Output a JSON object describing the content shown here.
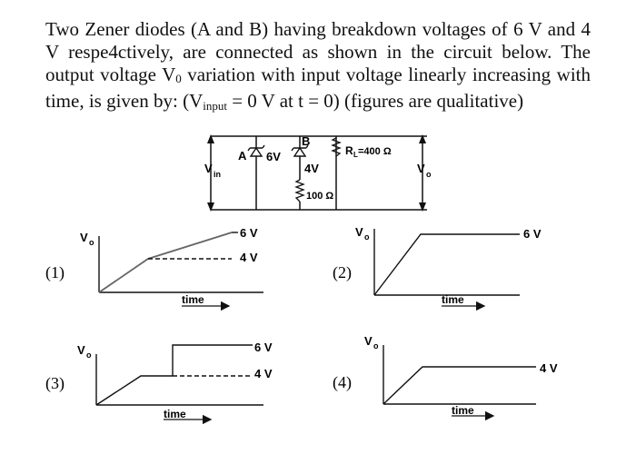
{
  "question": {
    "p1": "Two Zener diodes (A and B) having breakdown voltages of 6 V and 4 V respe4ctively, are connected as shown in the circuit below. The output voltage V",
    "p1_sub": "0",
    "p2": " variation with input voltage linearly increasing with time, is given by: (V",
    "p2_sub": "input",
    "p3": " = 0 V at t = 0) (figures are qualitative)"
  },
  "circuit": {
    "vin_main": "V",
    "vin_sub": "in",
    "diode_a_label": "A",
    "diode_a_voltage": "6V",
    "diode_b_label": "B",
    "diode_b_voltage": "4V",
    "resistor_series": "100 Ω",
    "load_label_r": "R",
    "load_label_sub": "L",
    "load_value": "=400 Ω",
    "vo_main": "V",
    "vo_sub": "o"
  },
  "options": [
    {
      "label": "(1)",
      "y_axis_main": "V",
      "y_axis_sub": "o",
      "time_label": "time",
      "level_high": "6 V",
      "level_low": "4 V"
    },
    {
      "label": "(2)",
      "y_axis_main": "V",
      "y_axis_sub": "o",
      "time_label": "time",
      "level_high": "6 V"
    },
    {
      "label": "(3)",
      "y_axis_main": "V",
      "y_axis_sub": "o",
      "time_label": "time",
      "level_high": "6 V",
      "level_low": "4 V"
    },
    {
      "label": "(4)",
      "y_axis_main": "V",
      "y_axis_sub": "o",
      "time_label": "time",
      "level_high": "4 V"
    }
  ]
}
